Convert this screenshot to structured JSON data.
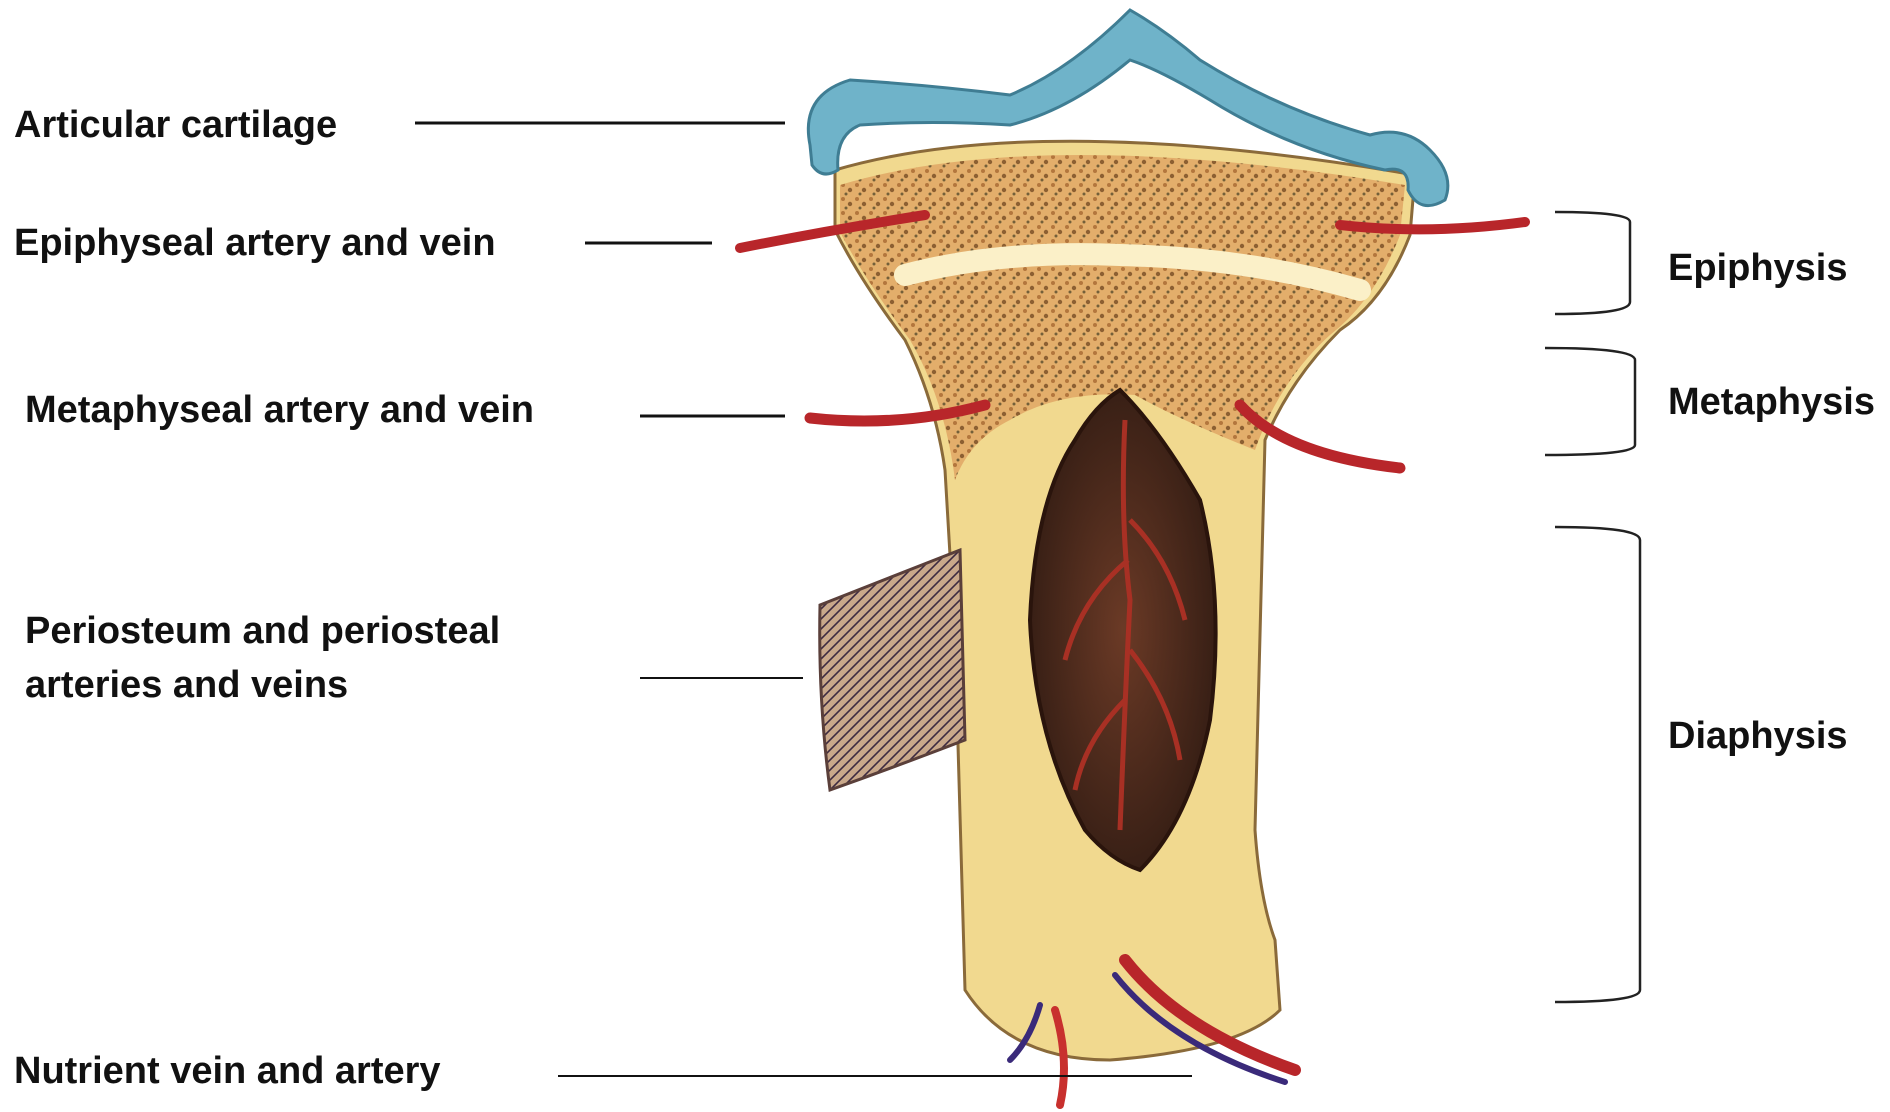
{
  "labels": {
    "articular_cartilage": "Articular cartilage",
    "epiphyseal_vessels": "Epiphyseal artery and vein",
    "metaphyseal_vessels": "Metaphyseal artery and vein",
    "periosteum_line1": "Periosteum  and periosteal",
    "periosteum_line2": "arteries and veins",
    "nutrient_vessels": "Nutrient vein and artery",
    "epiphysis": "Epiphysis",
    "metaphysis": "Metaphysis",
    "diaphysis": "Diaphysis"
  },
  "colors": {
    "cartilage": "#6fb3c9",
    "bone": "#f1d98f",
    "spongy": "#c98a4a",
    "marrow": "#4a2a1c",
    "artery": "#b8262a",
    "vein": "#3a2a7a",
    "text": "#111111"
  }
}
